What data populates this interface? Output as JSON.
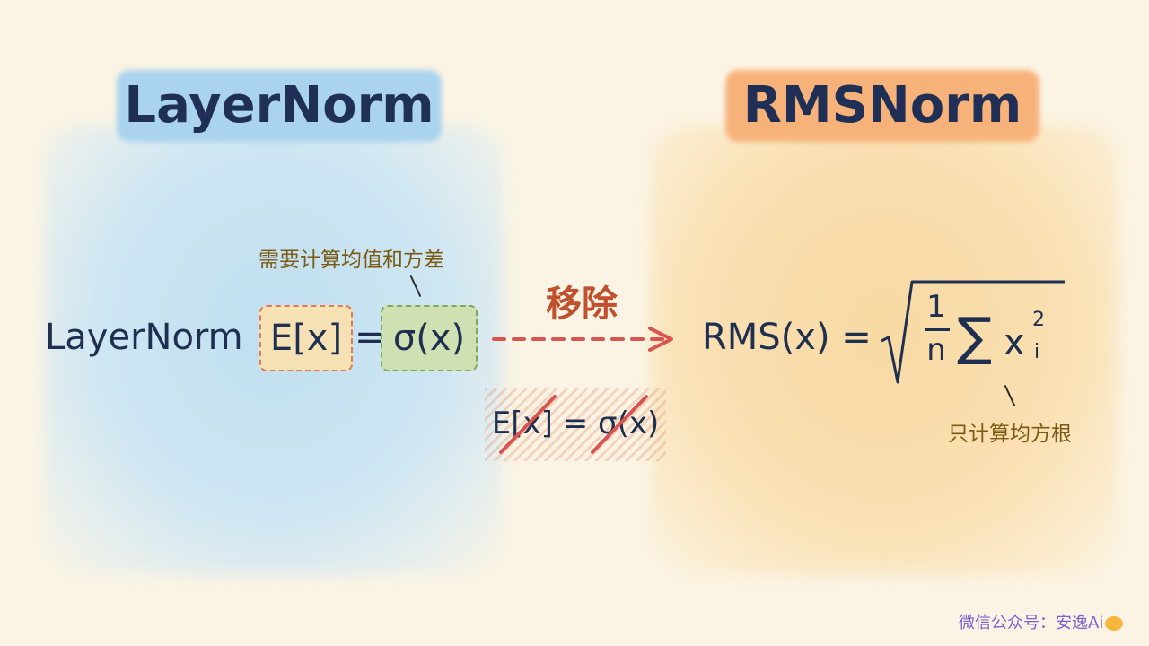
{
  "left": {
    "title": "LayerNorm",
    "note": "需要计算均值和方差",
    "formula_label": "LayerNorm",
    "mean_term": "E[x]",
    "equals": "=",
    "std_term": "σ(x)"
  },
  "arrow": {
    "label": "移除"
  },
  "removed": {
    "text": "E[x] = σ(x)"
  },
  "right": {
    "title": "RMSNorm",
    "lhs": "RMS(x) =",
    "frac_num": "1",
    "frac_den": "n",
    "sum": "∑",
    "var": "x",
    "sup": "2",
    "sub": "i",
    "note": "只计算均方根"
  },
  "watermark": {
    "text": "微信公众号：安逸Ai"
  },
  "colors": {
    "left_panel": "#cfe6f2",
    "right_panel": "#f9e0b2",
    "left_title_band": "#a9d3ee",
    "right_title_band": "#f7b27a",
    "arrow": "#d9534f",
    "arrow_label": "#c0502e",
    "note_text": "#7a5a12",
    "watermark": "#7b5fd4"
  }
}
